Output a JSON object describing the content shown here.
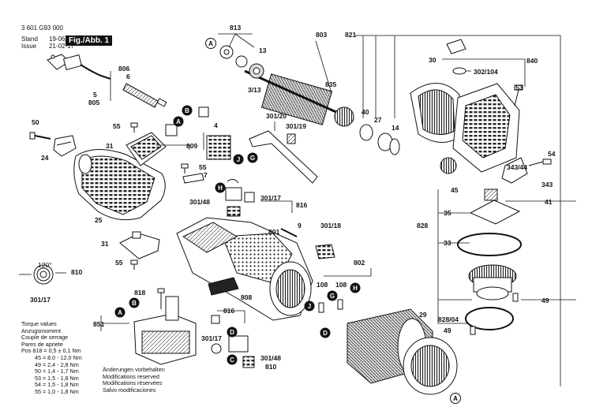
{
  "header": {
    "part_number": "3 601 G93 000",
    "stand_label": "Stand",
    "issue_label": "Issue",
    "stand_value": "19-06",
    "issue_value": "21-02-17",
    "figure": "Fig./Abb. 1"
  },
  "torque": {
    "lines": [
      "Torque values",
      "Anzugsmoment",
      "Couple de serrage",
      "Pares de apriete"
    ],
    "rows": [
      "Pos 818 = 0,5 ± 0,1 Nm",
      "45 = 8,0 - 12,0 Nm",
      "49 = 2,4 - 2,8 Nm",
      "50 = 1,4 - 1,7 Nm",
      "53 = 1,5 - 1,8 Nm",
      "54 = 1,5 - 1,8 Nm",
      "55 = 1,0 - 1,8 Nm"
    ]
  },
  "changes": [
    "Änderungen vorbehalten",
    "Modifications reserved",
    "Modifications réservées",
    "Salvo modificaciones"
  ],
  "labels": {
    "p813": "813",
    "p803": "803",
    "p821": "821",
    "p30": "30",
    "p840": "840",
    "p806": "806",
    "p6": "6",
    "p5": "5",
    "p805": "805",
    "p13": "13",
    "p313": "3/13",
    "p835": "835",
    "p302104": "302/104",
    "p53": "53",
    "p40": "40",
    "p27": "27",
    "p14": "14",
    "p50": "50",
    "p24": "24",
    "p55a": "55",
    "p31a": "31",
    "p4": "4",
    "p809": "809",
    "p30120": "301/20",
    "p30119": "301/19",
    "p54": "54",
    "p34344": "343/44",
    "p343": "343",
    "p45": "45",
    "p55b": "55",
    "p7": "7",
    "p30148a": "301/48",
    "p30117a": "301/17",
    "p816a": "816",
    "p41": "41",
    "p828": "828",
    "p35": "35",
    "p33": "33",
    "p25": "25",
    "p801": "801",
    "p9": "9",
    "p30118": "301/18",
    "p31b": "31",
    "p55c": "55",
    "p802": "802",
    "p120": "120°",
    "p810a": "810",
    "p30117b": "301/17",
    "p108a": "108",
    "p108b": "108",
    "p818": "818",
    "p808": "808",
    "p49a": "49",
    "p851": "851",
    "p816b": "816",
    "p30117c": "301/17",
    "p30148b": "301/48",
    "p810b": "810",
    "p29": "29",
    "p82804": "828/04",
    "p49b": "49"
  },
  "callouts": {
    "A": "A",
    "B": "B",
    "C": "C",
    "D": "D",
    "G": "G",
    "H": "H",
    "J": "J"
  }
}
